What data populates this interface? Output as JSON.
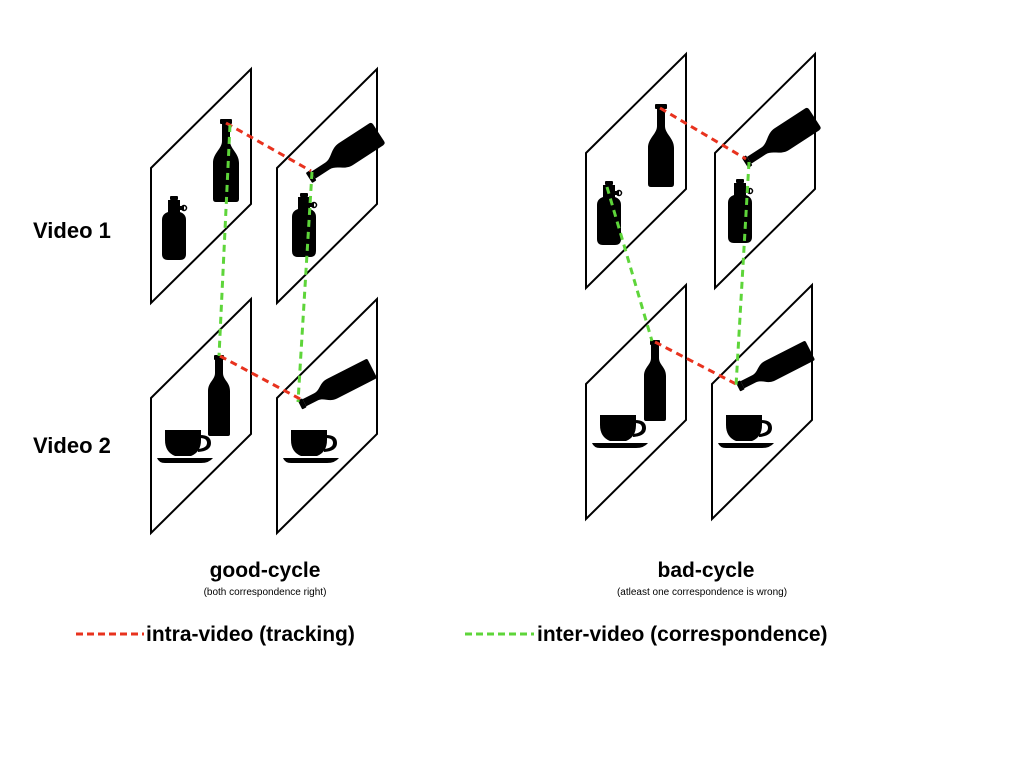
{
  "rows": {
    "video1": "Video 1",
    "video2": "Video 2"
  },
  "cycles": {
    "good": {
      "title": "good-cycle",
      "subtitle": "(both correspondence right)"
    },
    "bad": {
      "title": "bad-cycle",
      "subtitle": "(atleast one correspondence is wrong)"
    }
  },
  "legend": {
    "intra": {
      "label": "intra-video (tracking)",
      "color": "#e8321e",
      "line_style": "dashed"
    },
    "inter": {
      "label": "inter-video (correspondence)",
      "color": "#5ed53a",
      "line_style": "dashed"
    }
  },
  "frames": [
    {
      "name": "good-video1-frame-a",
      "objects": [
        "water-bottle-icon",
        "beer-bottle-icon"
      ]
    },
    {
      "name": "good-video1-frame-b",
      "objects": [
        "water-bottle-icon",
        "tilted-beer-bottle-icon"
      ]
    },
    {
      "name": "good-video2-frame-a",
      "objects": [
        "cup-icon",
        "beer-bottle-icon"
      ]
    },
    {
      "name": "good-video2-frame-b",
      "objects": [
        "cup-icon",
        "tilted-beer-bottle-icon"
      ]
    },
    {
      "name": "bad-video1-frame-a",
      "objects": [
        "water-bottle-icon",
        "beer-bottle-icon"
      ]
    },
    {
      "name": "bad-video1-frame-b",
      "objects": [
        "water-bottle-icon",
        "tilted-beer-bottle-icon"
      ]
    },
    {
      "name": "bad-video2-frame-a",
      "objects": [
        "cup-icon",
        "beer-bottle-icon"
      ]
    },
    {
      "name": "bad-video2-frame-b",
      "objects": [
        "cup-icon",
        "tilted-beer-bottle-icon"
      ]
    }
  ]
}
